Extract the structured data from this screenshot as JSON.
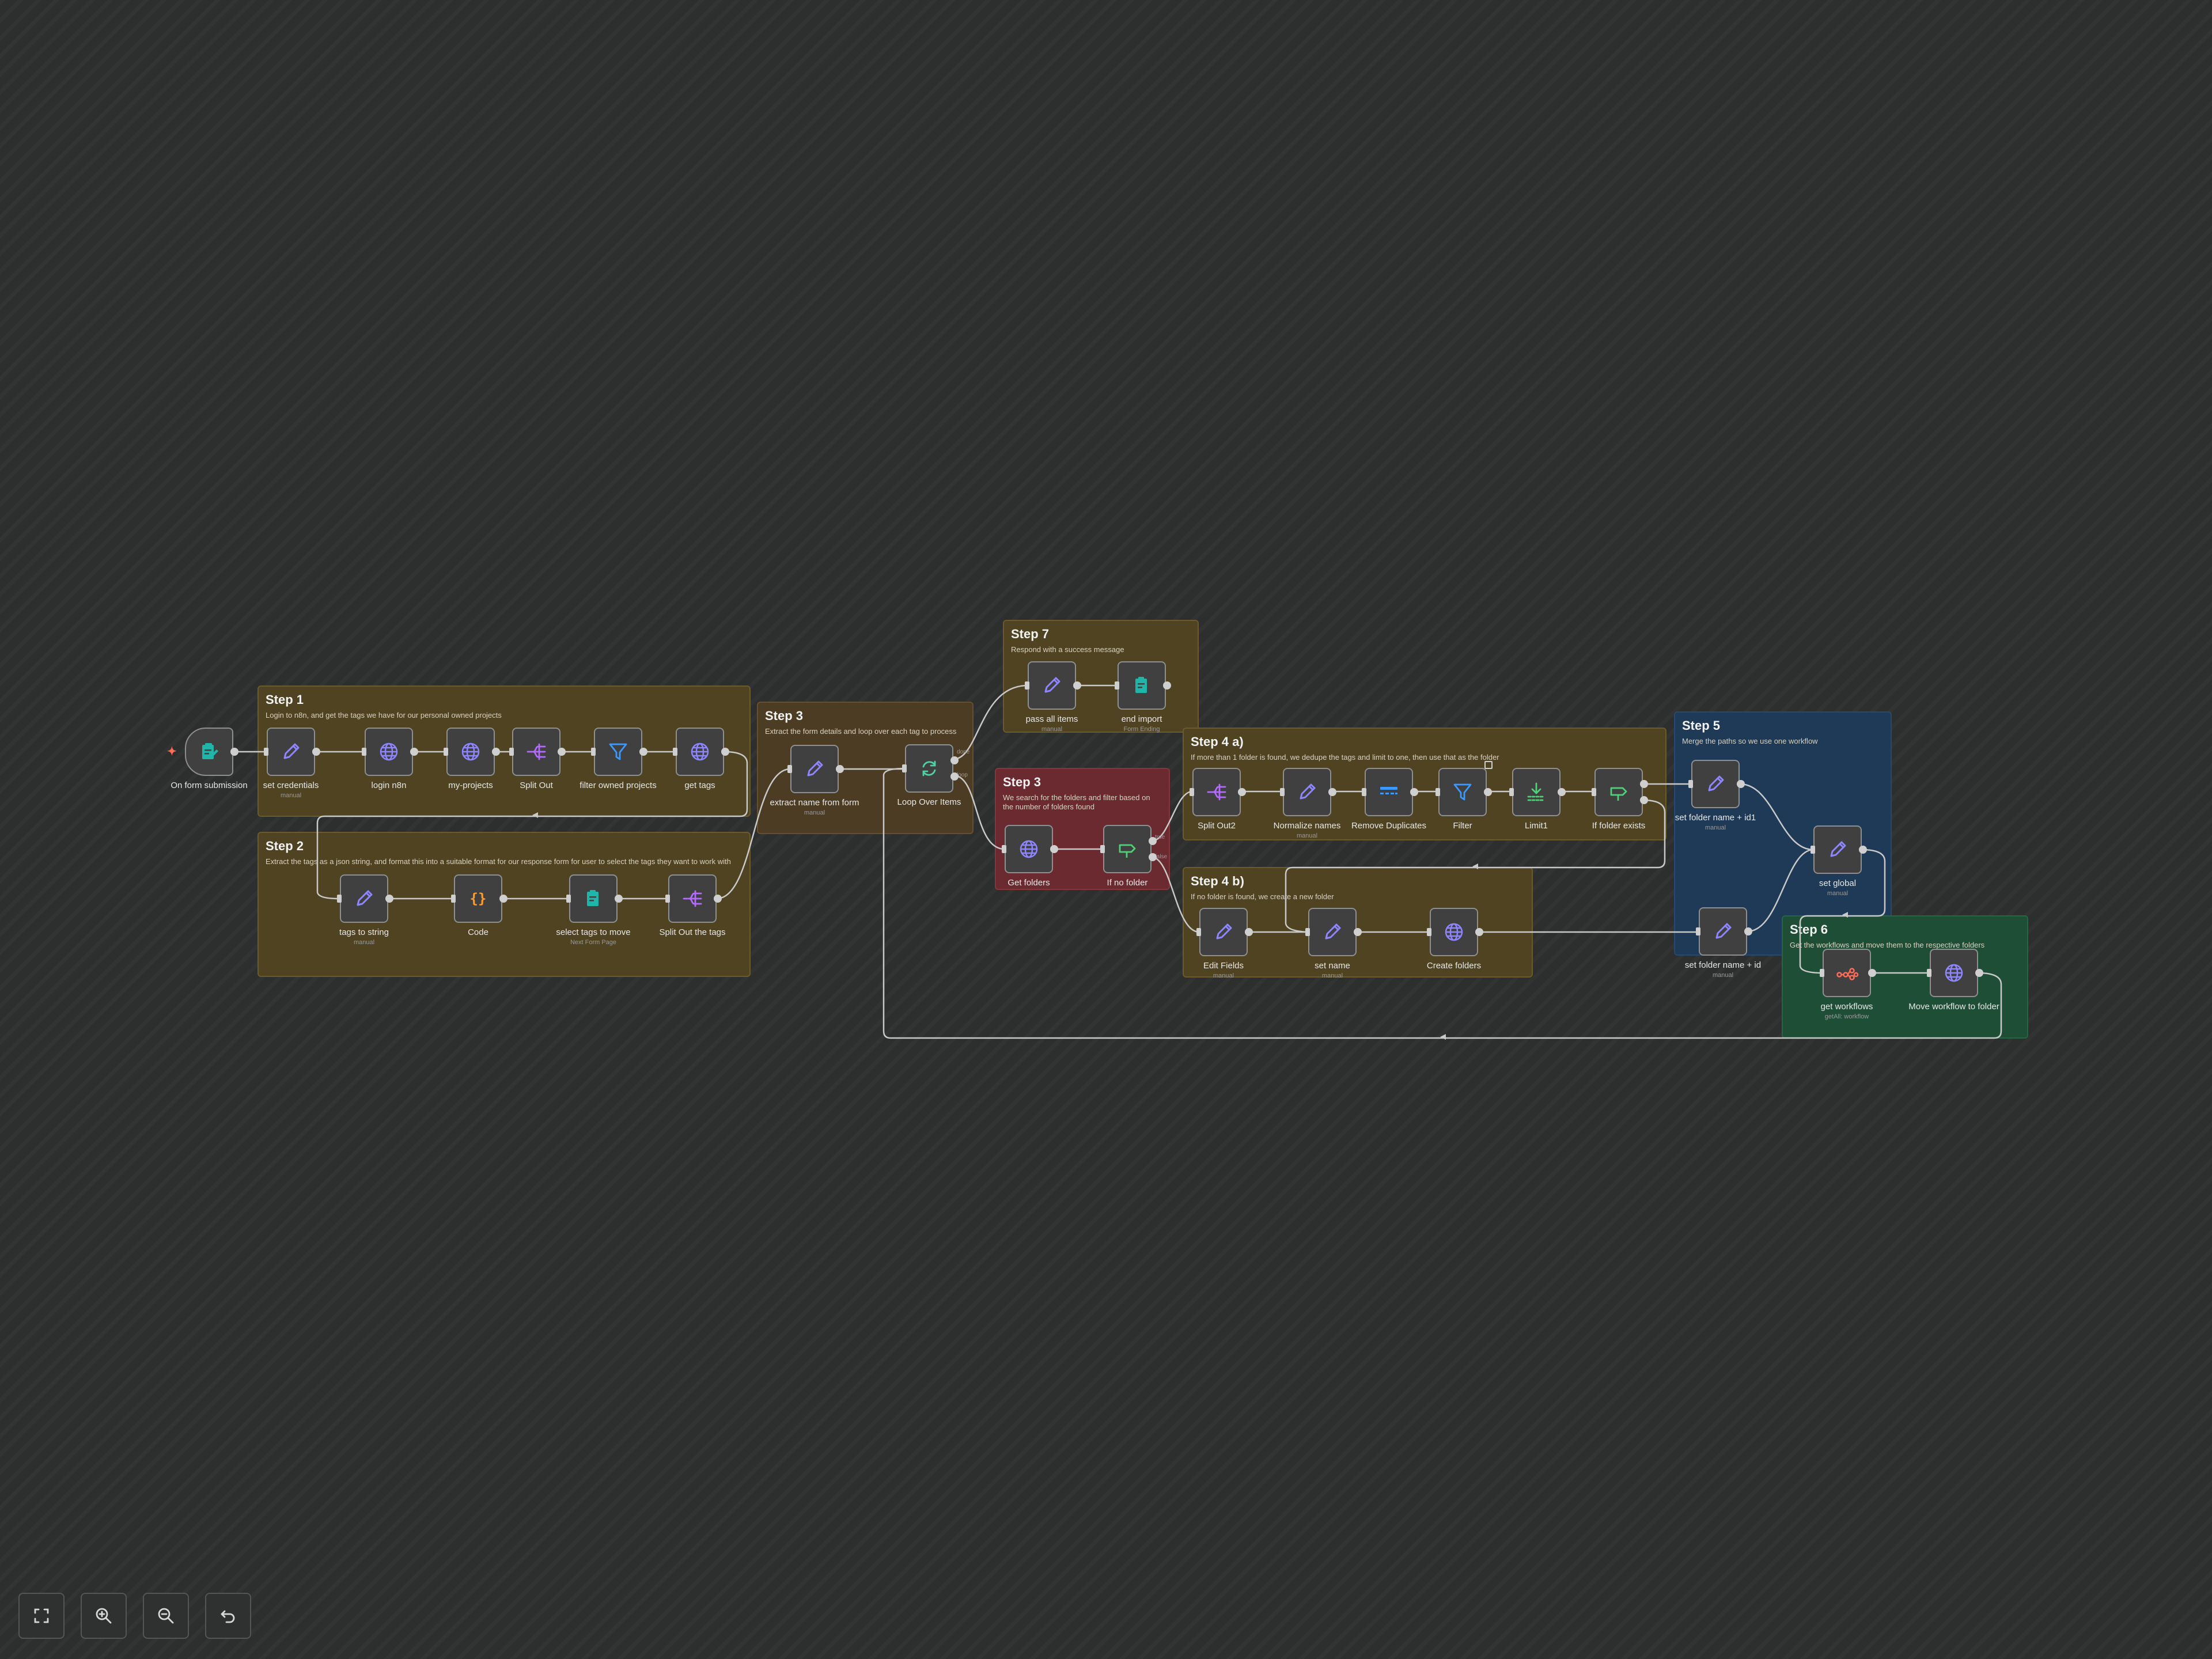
{
  "colors": {
    "canvas_bg": "#2d2e2e",
    "node_bg": "#404040",
    "edge": "#c9c9c9",
    "trigger_accent": "#ff6d5a",
    "sticky_yellow": "#4f4321",
    "sticky_red": "#6b2a2f",
    "sticky_blue": "#1e3a56",
    "sticky_green": "#1e4f36"
  },
  "stickies": [
    {
      "id": "step1",
      "title": "Step 1",
      "text": "Login to n8n, and get the tags we have for our personal owned projects"
    },
    {
      "id": "step2",
      "title": "Step 2",
      "text": "Extract the tags as a json string, and format this into a suitable format for our response form for user to select the tags they want to work with"
    },
    {
      "id": "step3a",
      "title": "Step 3",
      "text": "Extract the form details and loop over each tag to process"
    },
    {
      "id": "step7",
      "title": "Step 7",
      "text": "Respond with a success message"
    },
    {
      "id": "step3b",
      "title": "Step 3",
      "text": "We search for the folders and filter based on the number of folders found"
    },
    {
      "id": "step4a",
      "title": "Step 4 a)",
      "text": "If more than 1 folder is found, we dedupe the tags and limit to one, then use that as the folder"
    },
    {
      "id": "step4b",
      "title": "Step 4 b)",
      "text": "If no folder is found, we create a new folder"
    },
    {
      "id": "step5",
      "title": "Step 5",
      "text": "Merge the paths so we use one workflow"
    },
    {
      "id": "step6",
      "title": "Step 6",
      "text": "Get the workflows and move them to the respective folders"
    }
  ],
  "nodes": [
    {
      "id": "trigger",
      "label": "On form submission",
      "sub": "",
      "icon": "form-trigger-icon"
    },
    {
      "id": "set_credentials",
      "label": "set credentials",
      "sub": "manual",
      "icon": "pencil-icon"
    },
    {
      "id": "login_n8n",
      "label": "login n8n",
      "sub": "",
      "icon": "globe-icon"
    },
    {
      "id": "my_projects",
      "label": "my-projects",
      "sub": "",
      "icon": "globe-icon"
    },
    {
      "id": "split_out",
      "label": "Split Out",
      "sub": "",
      "icon": "split-out-icon"
    },
    {
      "id": "filter_owned",
      "label": "filter owned projects",
      "sub": "",
      "icon": "filter-icon"
    },
    {
      "id": "get_tags",
      "label": "get tags",
      "sub": "",
      "icon": "globe-icon"
    },
    {
      "id": "tags_to_string",
      "label": "tags to string",
      "sub": "manual",
      "icon": "pencil-icon"
    },
    {
      "id": "code",
      "label": "Code",
      "sub": "",
      "icon": "code-icon"
    },
    {
      "id": "select_tags",
      "label": "select tags to move",
      "sub": "Next Form Page",
      "icon": "form-icon"
    },
    {
      "id": "split_out_tags",
      "label": "Split Out the tags",
      "sub": "",
      "icon": "split-out-icon"
    },
    {
      "id": "extract_name",
      "label": "extract name from form",
      "sub": "manual",
      "icon": "pencil-icon"
    },
    {
      "id": "loop",
      "label": "Loop Over Items",
      "sub": "",
      "icon": "loop-icon"
    },
    {
      "id": "pass_all",
      "label": "pass all items",
      "sub": "manual",
      "icon": "pencil-icon"
    },
    {
      "id": "end_import",
      "label": "end import",
      "sub": "Form Ending",
      "icon": "form-icon"
    },
    {
      "id": "get_folders",
      "label": "Get folders",
      "sub": "",
      "icon": "globe-icon"
    },
    {
      "id": "if_no_folder",
      "label": "If no folder",
      "sub": "",
      "icon": "if-icon"
    },
    {
      "id": "split_out2",
      "label": "Split Out2",
      "sub": "",
      "icon": "split-out-icon"
    },
    {
      "id": "normalize",
      "label": "Normalize names",
      "sub": "manual",
      "icon": "pencil-icon"
    },
    {
      "id": "remove_dup",
      "label": "Remove Duplicates",
      "sub": "",
      "icon": "dedupe-icon"
    },
    {
      "id": "filter",
      "label": "Filter",
      "sub": "",
      "icon": "filter-icon"
    },
    {
      "id": "limit1",
      "label": "Limit1",
      "sub": "",
      "icon": "limit-icon"
    },
    {
      "id": "if_folder_exists",
      "label": "If folder exists",
      "sub": "",
      "icon": "if-icon"
    },
    {
      "id": "edit_fields",
      "label": "Edit Fields",
      "sub": "manual",
      "icon": "pencil-icon"
    },
    {
      "id": "set_name",
      "label": "set name",
      "sub": "manual",
      "icon": "pencil-icon"
    },
    {
      "id": "create_folders",
      "label": "Create folders",
      "sub": "",
      "icon": "globe-icon"
    },
    {
      "id": "set_folder_id1",
      "label": "set folder name + id1",
      "sub": "manual",
      "icon": "pencil-icon"
    },
    {
      "id": "set_global",
      "label": "set global",
      "sub": "manual",
      "icon": "pencil-icon"
    },
    {
      "id": "set_folder_id",
      "label": "set folder name + id",
      "sub": "manual",
      "icon": "pencil-icon"
    },
    {
      "id": "get_workflows",
      "label": "get workflows",
      "sub": "getAll: workflow",
      "icon": "n8n-icon"
    },
    {
      "id": "move_workflow",
      "label": "Move workflow to folder",
      "sub": "",
      "icon": "globe-icon"
    }
  ],
  "edge_labels": {
    "loop_done": "done",
    "loop_loop": "loop",
    "if_true": "true",
    "if_false": "false"
  },
  "controls": [
    {
      "id": "fit",
      "icon": "fit-view-icon"
    },
    {
      "id": "zoom_in",
      "icon": "zoom-in-icon"
    },
    {
      "id": "zoom_out",
      "icon": "zoom-out-icon"
    },
    {
      "id": "reset",
      "icon": "undo-icon"
    }
  ]
}
